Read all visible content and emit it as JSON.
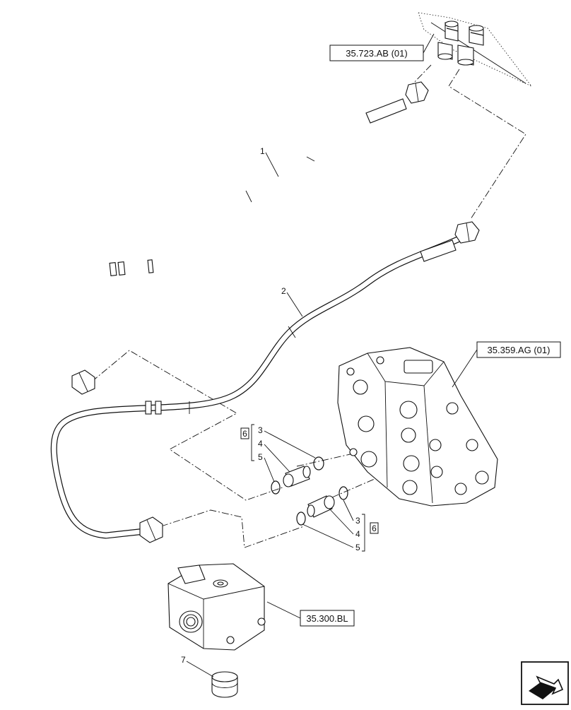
{
  "references": {
    "ref_top": "35.723.AB (01)",
    "ref_valve": "35.359.AG (01)",
    "ref_block": "35.300.BL"
  },
  "callouts": {
    "pipe_upper": "1",
    "pipe_lower": "2",
    "kit_a": "6",
    "kit_a_ring": "3",
    "kit_a_fitting": "4",
    "kit_a_seal": "5",
    "kit_b": "6",
    "kit_b_ring": "3",
    "kit_b_fitting": "4",
    "kit_b_seal": "5",
    "cap": "7"
  },
  "icons": {
    "nav": "next-page-arrow-icon"
  }
}
